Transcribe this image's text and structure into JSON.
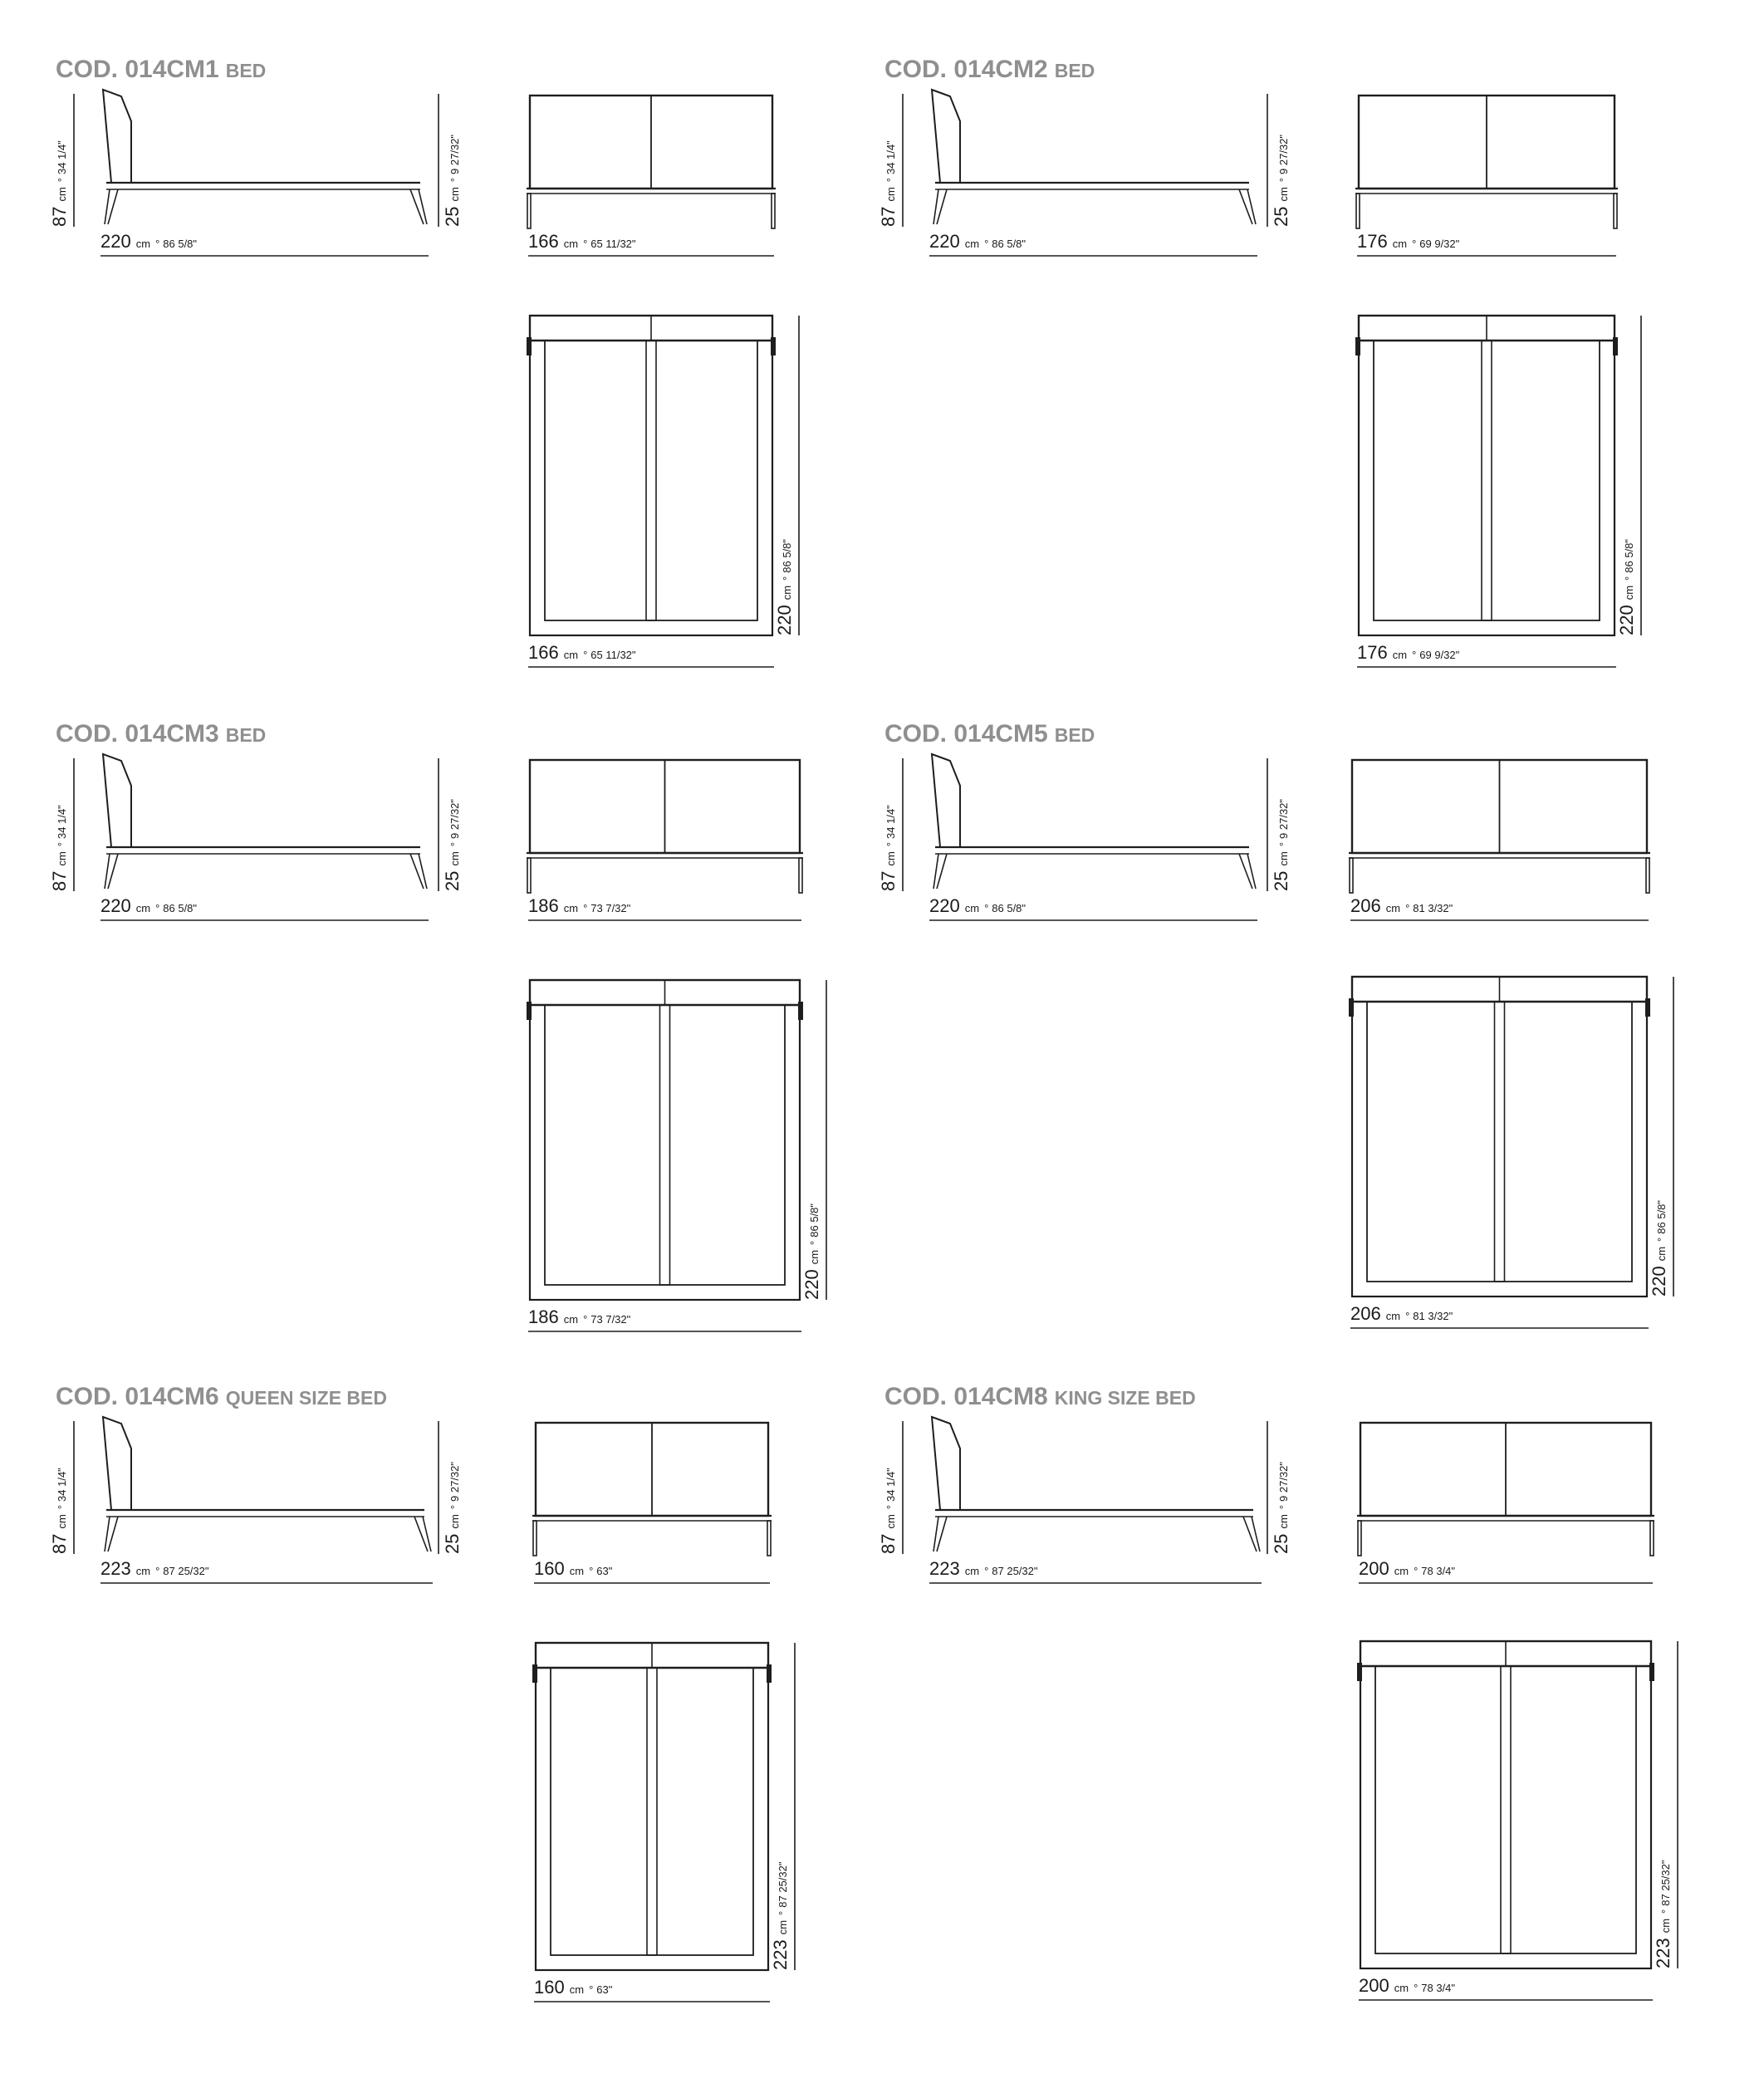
{
  "beds": [
    {
      "code": "COD. 014CM1",
      "type": "BED",
      "length": {
        "cm": "220",
        "in": "86 5/8\""
      },
      "height": {
        "cm": "87",
        "in": "34 1/4\""
      },
      "seat_height": {
        "cm": "25",
        "in": "9 27/32\""
      },
      "width": {
        "cm": "166",
        "in": "65 11/32\""
      }
    },
    {
      "code": "COD. 014CM2",
      "type": "BED",
      "length": {
        "cm": "220",
        "in": "86 5/8\""
      },
      "height": {
        "cm": "87",
        "in": "34 1/4\""
      },
      "seat_height": {
        "cm": "25",
        "in": "9 27/32\""
      },
      "width": {
        "cm": "176",
        "in": "69 9/32\""
      }
    },
    {
      "code": "COD. 014CM3",
      "type": "BED",
      "length": {
        "cm": "220",
        "in": "86 5/8\""
      },
      "height": {
        "cm": "87",
        "in": "34 1/4\""
      },
      "seat_height": {
        "cm": "25",
        "in": "9 27/32\""
      },
      "width": {
        "cm": "186",
        "in": "73 7/32\""
      }
    },
    {
      "code": "COD. 014CM5",
      "type": "BED",
      "length": {
        "cm": "220",
        "in": "86 5/8\""
      },
      "height": {
        "cm": "87",
        "in": "34 1/4\""
      },
      "seat_height": {
        "cm": "25",
        "in": "9 27/32\""
      },
      "width": {
        "cm": "206",
        "in": "81 3/32\""
      }
    },
    {
      "code": "COD. 014CM6",
      "type": "QUEEN SIZE BED",
      "length": {
        "cm": "223",
        "in": "87 25/32\""
      },
      "height": {
        "cm": "87",
        "in": "34 1/4\""
      },
      "seat_height": {
        "cm": "25",
        "in": "9 27/32\""
      },
      "width": {
        "cm": "160",
        "in": "63\""
      }
    },
    {
      "code": "COD. 014CM8",
      "type": "KING SIZE BED",
      "length": {
        "cm": "223",
        "in": "87 25/32\""
      },
      "height": {
        "cm": "87",
        "in": "34 1/4\""
      },
      "seat_height": {
        "cm": "25",
        "in": "9 27/32\""
      },
      "width": {
        "cm": "200",
        "in": "78 3/4\""
      }
    }
  ],
  "units": {
    "cm": "cm",
    "in_prefix": "°"
  }
}
